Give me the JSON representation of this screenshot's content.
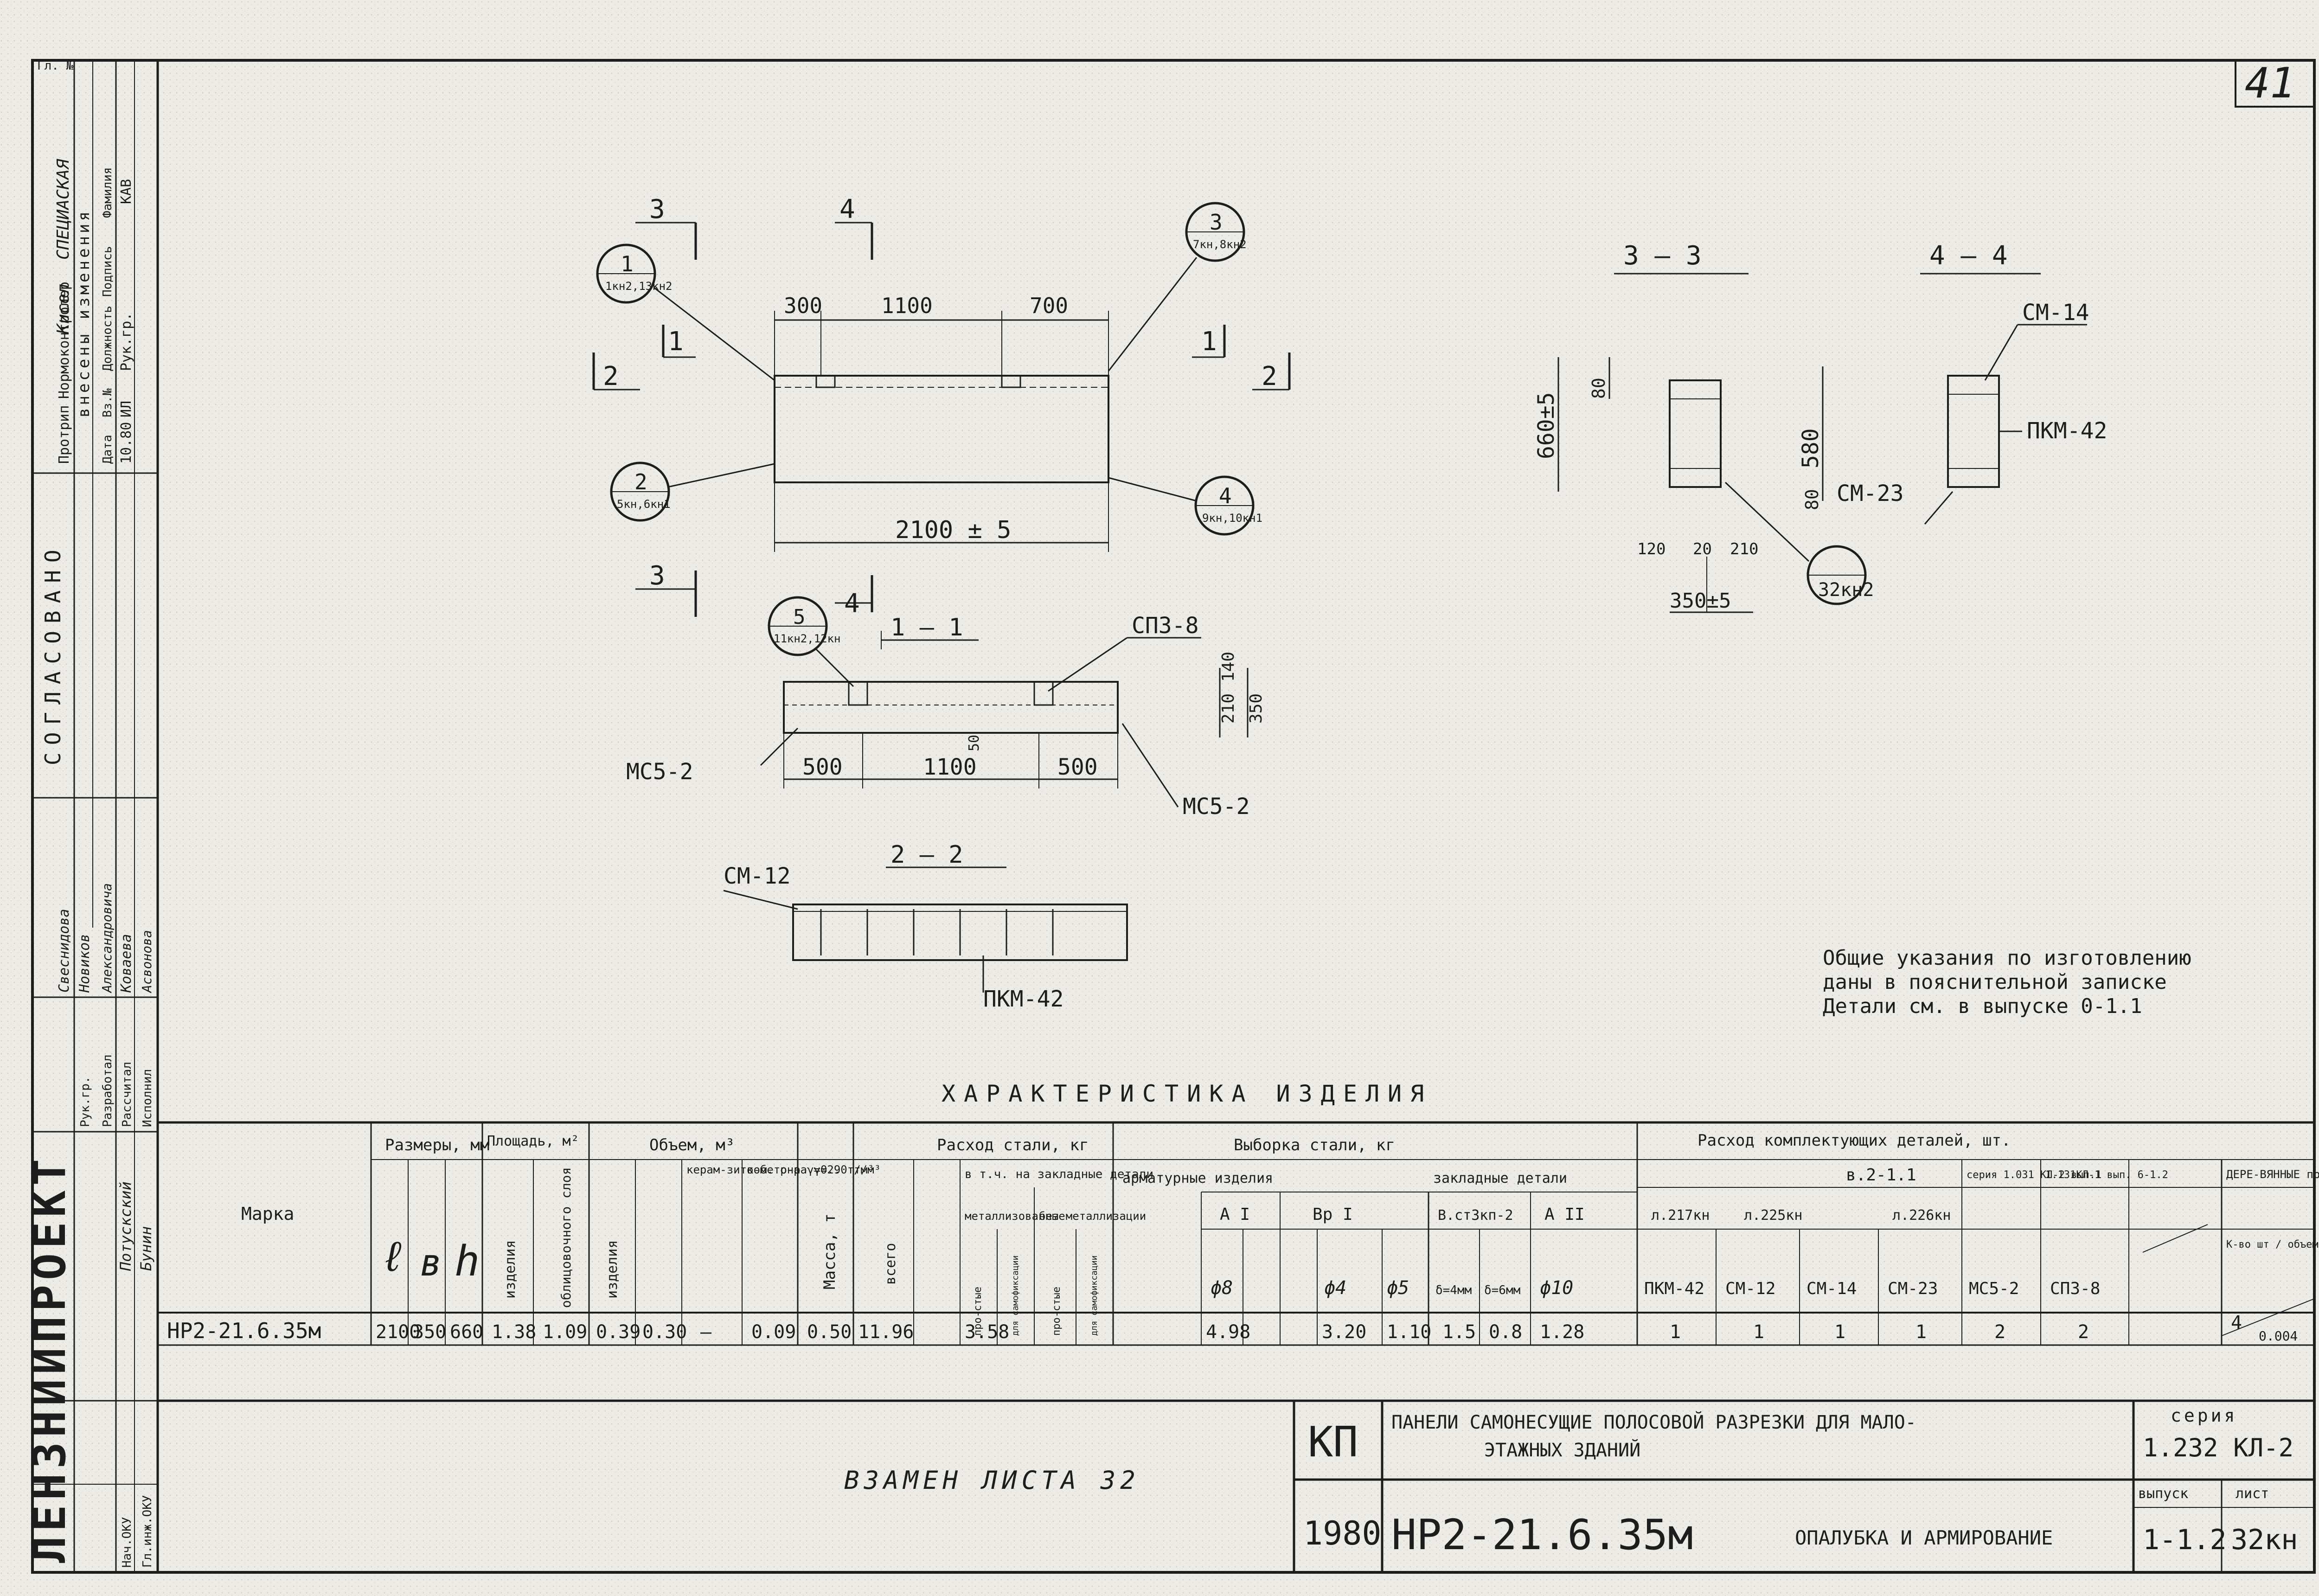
{
  "sheet_corner_number": "41",
  "top_left_tag": "Гл. №",
  "left_margin": {
    "stamp_top": [
      "Протрип",
      "Нормоконтролер",
      "внесены изменения",
      "Дата",
      "Вз.№",
      "Должность",
      "Подпись",
      "Фамилия",
      "10.80",
      "ИЛ",
      "Рук.гр.",
      "КАВ"
    ],
    "stamp_signatures": [
      "СПЕЦИАСКАЯ",
      "Кисел"
    ],
    "agreed_label": "СОГЛАСОВАНО",
    "names_mid": [
      "Свеснидова",
      "Новиков",
      "Александровича",
      "Коваева",
      "Асвонова"
    ],
    "roles_bottom": [
      "Рук.гр.",
      "Разработал",
      "Рассчитал",
      "Исполнил"
    ],
    "names_bottom": [
      "Потускский",
      "Бунин"
    ],
    "institute": "ЛЕНЗНИИПРОЕКТ",
    "control": [
      "Нач.ОКУ",
      "Гл.инж.ОКУ"
    ]
  },
  "drawing": {
    "elev_dims": [
      "300",
      "1100",
      "700"
    ],
    "overall_length": "2100 ± 5",
    "callouts": [
      {
        "num": "1",
        "sub": "1кн2,13кн2"
      },
      {
        "num": "2",
        "sub": "5кн,6кн1"
      },
      {
        "num": "3",
        "sub": "7кн,8кн2"
      },
      {
        "num": "4",
        "sub": "9кн,10кн1"
      },
      {
        "num": "5",
        "sub": "11кн2,12кн"
      },
      {
        "num": "",
        "sub": "32кн2"
      }
    ],
    "section_marks": [
      "1",
      "2",
      "3",
      "4"
    ],
    "section_titles": [
      "3 — 3",
      "4 — 4",
      "1 — 1",
      "2 — 2"
    ],
    "plan_dims": [
      "500",
      "1100",
      "500"
    ],
    "plan_labels": [
      "СП3-8",
      "МС5-2",
      "МС5-2",
      "210",
      "140",
      "350",
      "50"
    ],
    "sec33_dims": [
      "660±5",
      "80",
      "580",
      "80",
      "120",
      "20",
      "210",
      "350±5"
    ],
    "sec44_labels": [
      "СМ-14",
      "ПКМ-42",
      "СМ-23"
    ],
    "sec22_labels": [
      "СМ-12",
      "ПКМ-42"
    ]
  },
  "notes": [
    "Общие указания по изготовлению",
    "даны в пояснительной записке",
    "Детали см. в выпуске 0-1.1"
  ],
  "table": {
    "title": "ХАРАКТЕРИСТИКА ИЗДЕЛИЯ",
    "col_marka": "Марка",
    "col_sizes": "Размеры, мм",
    "col_l": "ℓ",
    "col_b": "в",
    "col_h": "h",
    "col_area": "Площадь, м²",
    "col_area_1": "изделия",
    "col_area_2": "облицовочного слоя",
    "col_volume": "Объем, м³",
    "col_vol_1": "изделия",
    "col_vol_2": "керам-зито-бетона γ=0.9 т/м³",
    "col_vol_3": "ком. р-ра γ=2.0 т/м³",
    "col_mass": "Масса, т",
    "col_steel": "Расход стали, кг",
    "col_steel_all": "всего",
    "col_steel_emb": "в т.ч. на закладные детали",
    "col_steel_emb1": "металлизованные",
    "col_steel_emb2": "без металлизации",
    "col_steel_sub": [
      "про-стые",
      "для самофиксации",
      "про-стые",
      "для самофиксации"
    ],
    "col_sample": "Выборка стали, кг",
    "col_armature": "арматурные изделия",
    "col_embedded": "закладные детали",
    "col_a1": "A I",
    "col_bp1": "Bp I",
    "col_vst": "B.ст3кп-2",
    "col_a2": "A II",
    "col_diams": [
      "ϕ8",
      "ϕ4",
      "ϕ5",
      "δ=4мм",
      "δ=6мм",
      "ϕ10"
    ],
    "col_comp": "Расход комплектующих деталей, шт.",
    "col_series_21": "в.2-1.1",
    "col_series_a": [
      "л.217кн",
      "л.225кн",
      "л.226кн"
    ],
    "col_series_b": "серия 1.031 КЛ-2 вып.1",
    "col_series_c": "1.131КЛ-1 вып. 6-1.2",
    "col_wood": "ДЕРЕ-ВЯННЫЕ пробки",
    "col_wood_sub": "К-во шт / объем м³",
    "col_parts": [
      "ПКМ-42",
      "СМ-12",
      "СМ-14",
      "СМ-23",
      "МС5-2",
      "СП3-8"
    ],
    "row": {
      "marka": "НР2-21.6.35м",
      "l": "2100",
      "b": "350",
      "h": "660",
      "area1": "1.38",
      "area2": "1.09",
      "vol1": "0.39",
      "vol2": "0.30",
      "vol_dash": "—",
      "vol3": "0.09",
      "mass": "0.50",
      "steel_all": "11.96",
      "steel_emb": "3.58",
      "d8": "4.98",
      "d4": "3.20",
      "d5": "1.10",
      "s4": "1.5",
      "s6": "0.8",
      "d10": "1.28",
      "p1": "1",
      "p2": "1",
      "p3": "1",
      "p4": "1",
      "p5": "2",
      "p6": "2",
      "wood": "4",
      "wood_vol": "0.004"
    }
  },
  "title_block": {
    "code": "КП",
    "year": "1980",
    "desc": "ПАНЕЛИ САМОНЕСУЩИЕ ПОЛОСОВОЙ РАЗРЕЗКИ ДЛЯ МАЛО-",
    "desc2": "ЭТАЖНЫХ ЗДАНИЙ",
    "series_label": "серия",
    "series": "1.232 КЛ-2",
    "issue_label": "выпуск",
    "issue": "1-1.2",
    "sheet_label": "лист",
    "sheet": "32кн",
    "product": "НР2-21.6.35м",
    "content": "ОПАЛУБКА И АРМИРОВАНИЕ",
    "replaced": "ВЗАМЕН ЛИСТА 32"
  },
  "colors": {
    "paper": "#ecebe6",
    "ink": "#1d1d1d"
  }
}
